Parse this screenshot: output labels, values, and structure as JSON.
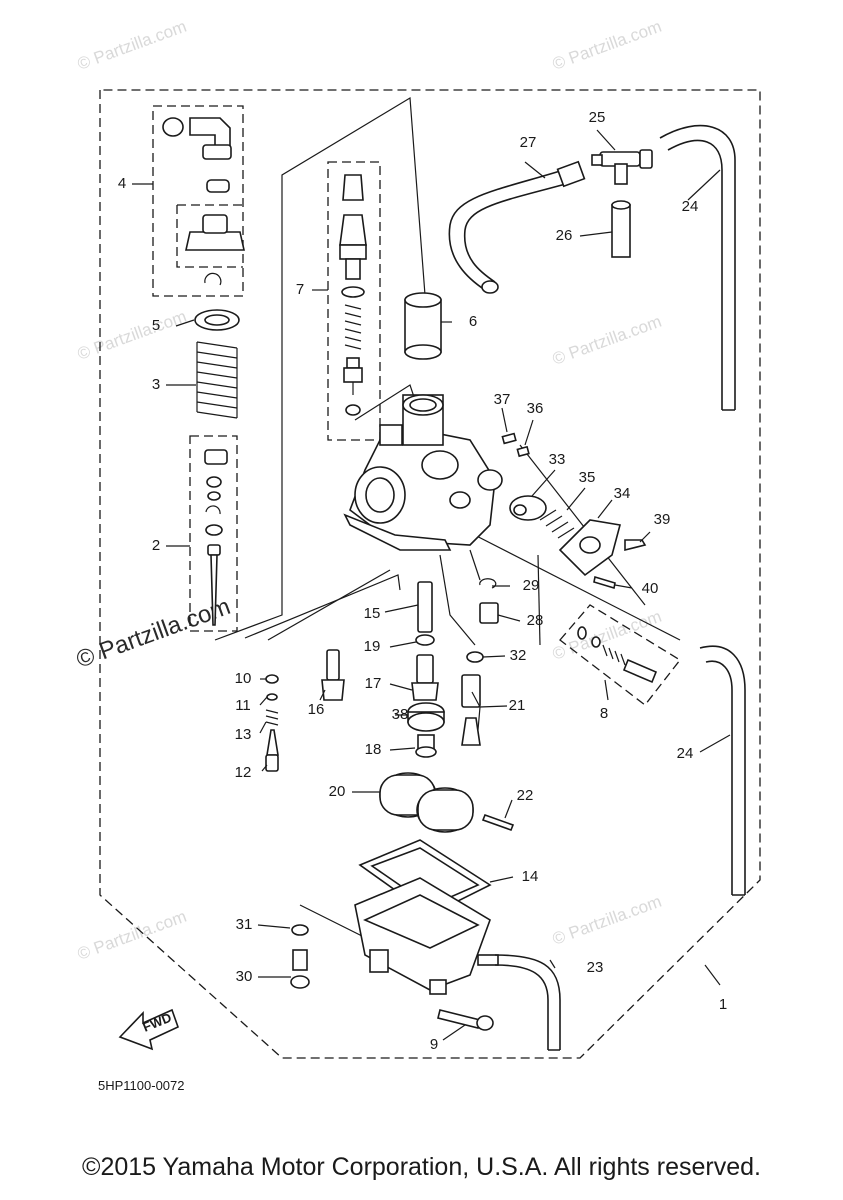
{
  "watermarks": {
    "small": "© Partzilla.com",
    "large": "© Partzilla.com"
  },
  "diagram": {
    "code": "5HP1100-0072",
    "fwd_label": "FWD",
    "callouts": {
      "c1": "1",
      "c2": "2",
      "c3": "3",
      "c4": "4",
      "c5": "5",
      "c6": "6",
      "c7": "7",
      "c8": "8",
      "c9": "9",
      "c10": "10",
      "c11": "11",
      "c12": "12",
      "c13": "13",
      "c14": "14",
      "c15": "15",
      "c16": "16",
      "c17": "17",
      "c18": "18",
      "c19": "19",
      "c20": "20",
      "c21": "21",
      "c22": "22",
      "c23": "23",
      "c24a": "24",
      "c24b": "24",
      "c25": "25",
      "c26": "26",
      "c27": "27",
      "c28": "28",
      "c29": "29",
      "c30": "30",
      "c31": "31",
      "c32": "32",
      "c33": "33",
      "c34": "34",
      "c35": "35",
      "c36": "36",
      "c37": "37",
      "c38": "38",
      "c39": "39",
      "c40": "40"
    }
  },
  "footer": {
    "copyright": "©2015 Yamaha Motor Corporation, U.S.A. All rights reserved."
  }
}
